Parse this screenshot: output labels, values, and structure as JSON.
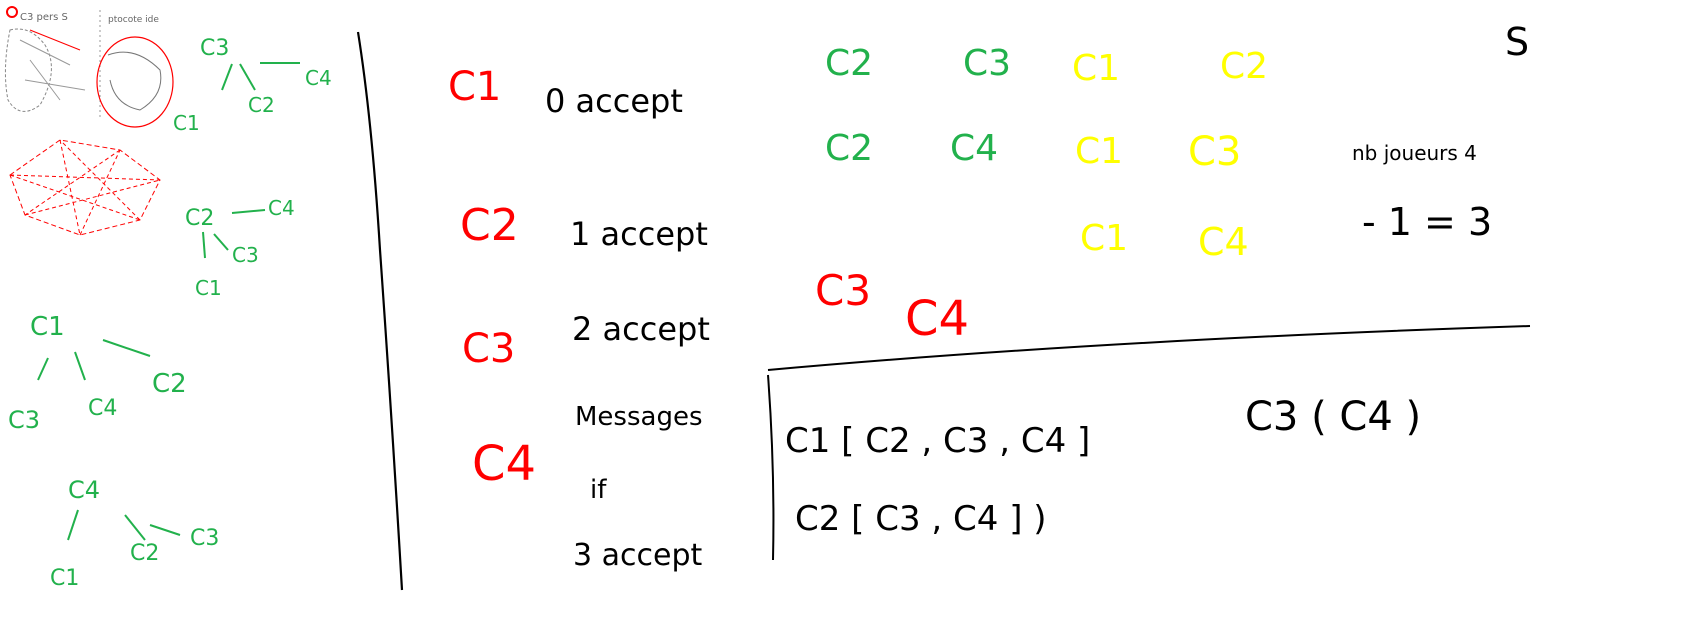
{
  "colors": {
    "ink": "#000000",
    "red": "#ff0000",
    "green": "#22b14c",
    "yellow": "#ffff00",
    "background": "#ffffff"
  },
  "thumbnail": {
    "text_a": "C3 pers S",
    "text_b": "ptocote ide"
  },
  "trees": [
    {
      "root": "C3",
      "children": [
        "C1",
        "C2",
        "C4"
      ]
    },
    {
      "root": "C2",
      "children": [
        "C1",
        "C3",
        "C4"
      ]
    },
    {
      "root": "C1",
      "children": [
        "C3",
        "C4",
        "C2"
      ]
    },
    {
      "root": "C4",
      "children": [
        "C1",
        "C2",
        "C3"
      ]
    }
  ],
  "players": [
    {
      "label": "C1",
      "note": "0 accept"
    },
    {
      "label": "C2",
      "note": "1 accept"
    },
    {
      "label": "C3",
      "note": "2 accept"
    },
    {
      "label": "C4",
      "note_a": "Messages",
      "note_b": "if",
      "note_c": "3 accept"
    }
  ],
  "pairs": {
    "green_row1": [
      "C2",
      "C3"
    ],
    "green_row2": [
      "C2",
      "C4"
    ],
    "yellow_row1": [
      "C1",
      "C2"
    ],
    "yellow_row2": [
      "C1",
      "C3"
    ],
    "yellow_row3": [
      "C1",
      "C4"
    ],
    "red_row": [
      "C3",
      "C4"
    ]
  },
  "right_notes": {
    "s": "S",
    "nb_joueurs": "nb joueurs 4",
    "formula": "- 1 = 3"
  },
  "messages": {
    "line1_a": "C1 [ C2 , C3 , C4 ]",
    "line1_b": "C3 ( C4 )",
    "line2": "C2 [ C3 , C4 ] )"
  }
}
